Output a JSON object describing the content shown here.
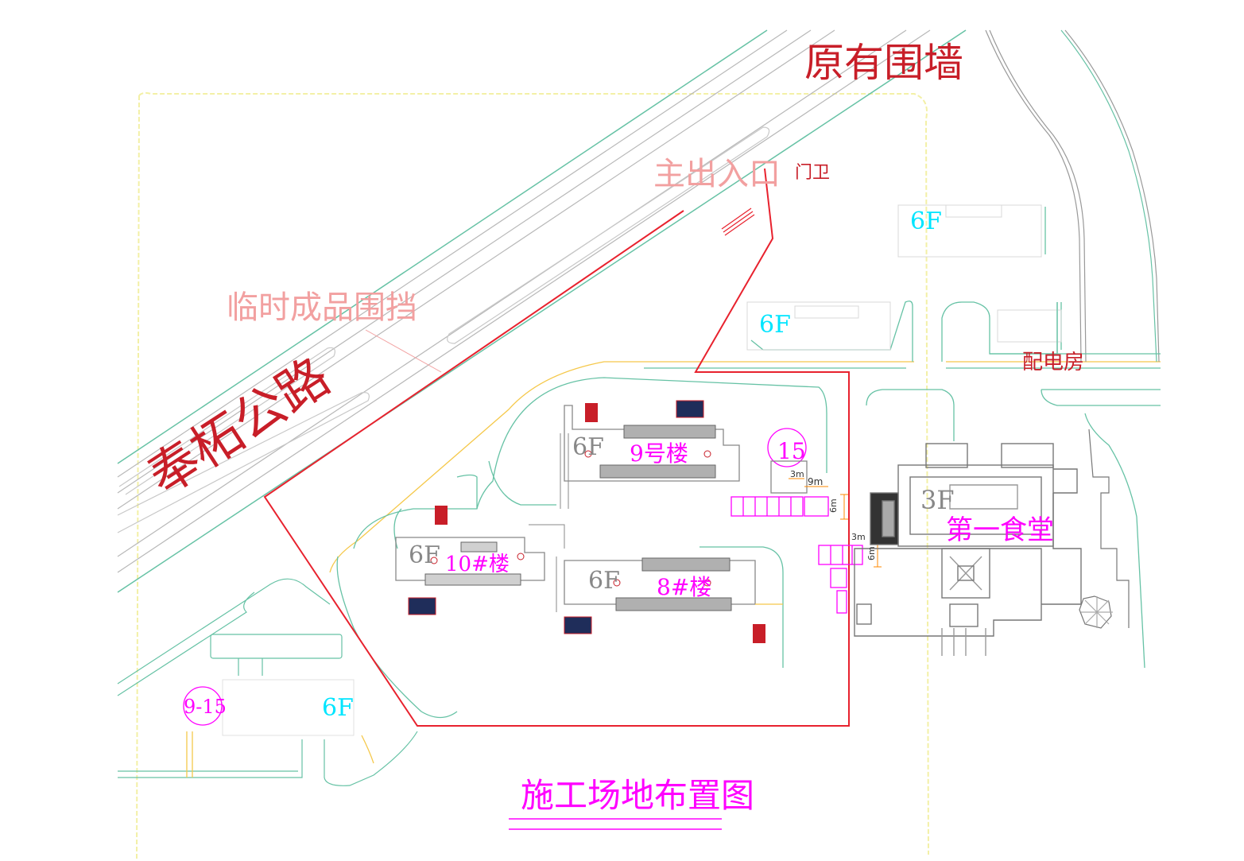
{
  "drawing": {
    "title": "施工场地布置图"
  },
  "labels": {
    "existing_wall": "原有围墙",
    "main_entrance": "主出入口",
    "guard_house": "门卫",
    "temp_hoarding": "临时成品围挡",
    "road_name": "奉柘公路",
    "power_room": "配电房",
    "canteen": "第一食堂"
  },
  "buildings": {
    "b9": {
      "name": "9号楼",
      "floors": "6F"
    },
    "b10": {
      "name": "10#楼",
      "floors": "6F"
    },
    "b8": {
      "name": "8#楼",
      "floors": "6F"
    },
    "b15": {
      "name": "15"
    },
    "b9_15": {
      "name": "9-15",
      "floors": "6F"
    },
    "canteen_floors": "3F",
    "ne_floors": "6F",
    "mid_floors": "6F"
  },
  "dimensions": {
    "d1": "3m",
    "d2": "9m",
    "d3": "6m",
    "d4": "3m",
    "d5": "6m"
  },
  "colors": {
    "red_boundary": "#e8222e",
    "road_green": "#66c2a5",
    "road_grey": "#b8b8b8",
    "yellow_line": "#f5c84a",
    "magenta": "#ff00ff",
    "cyan": "#00ffff",
    "navy": "#1f2d5a",
    "dark_red": "#c81e28",
    "label_pink": "#f2a0a0"
  }
}
